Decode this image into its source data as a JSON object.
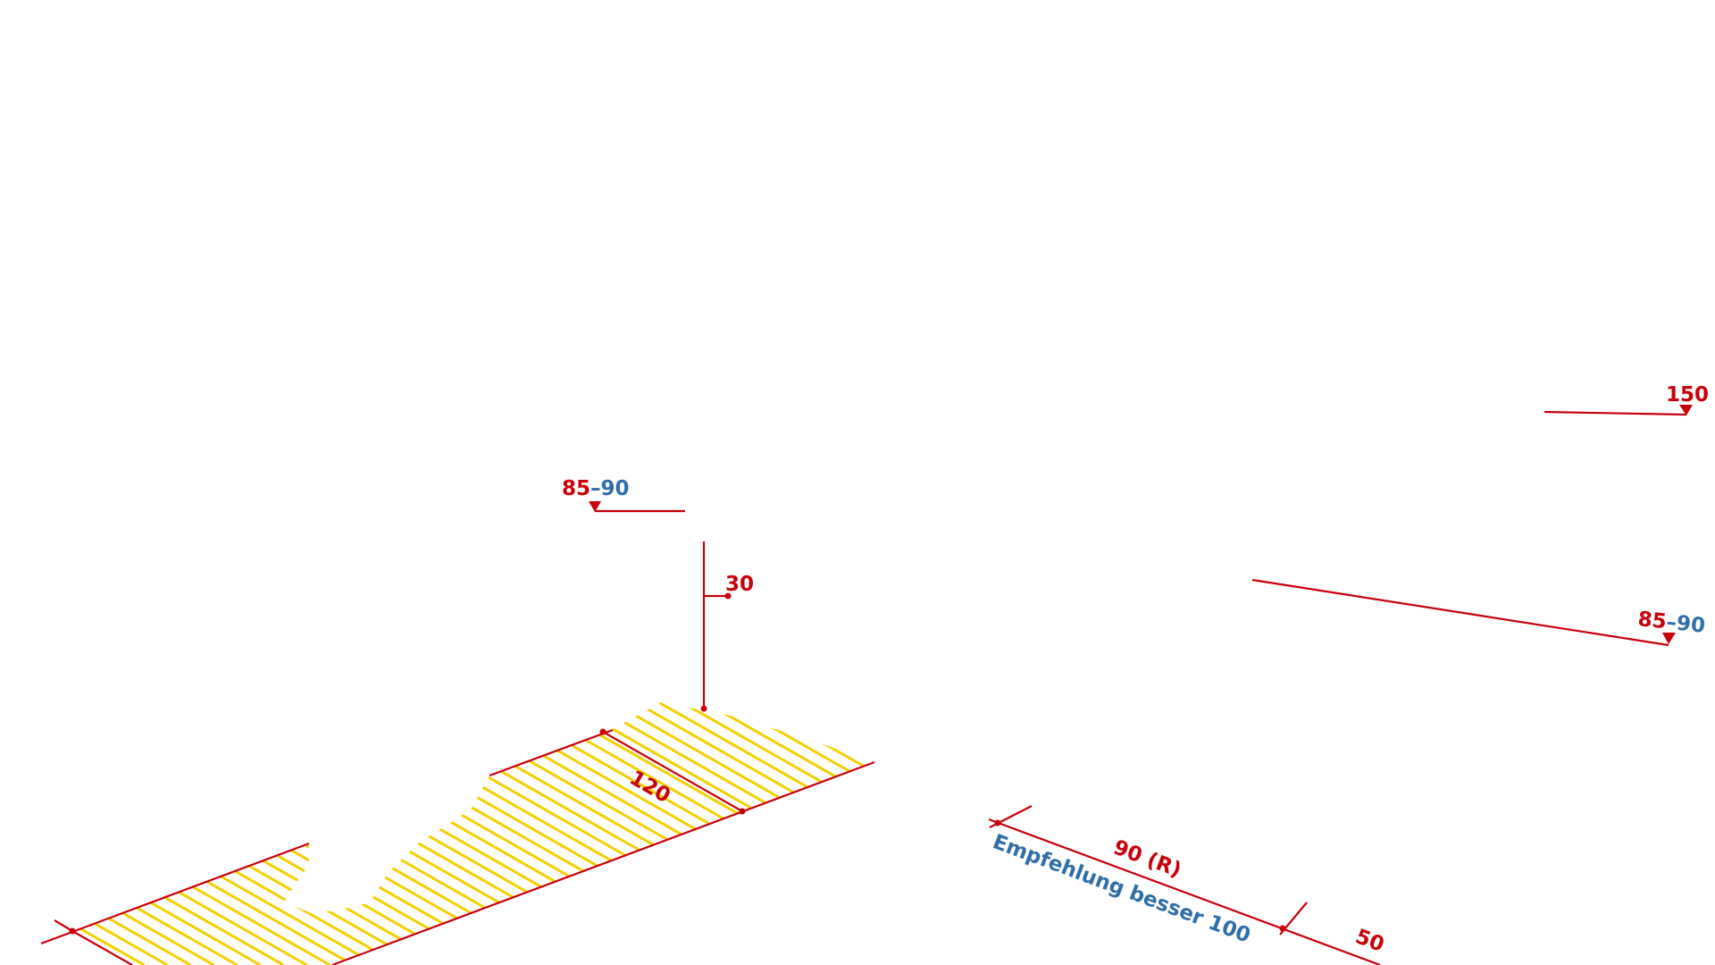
{
  "drawing": {
    "colors": {
      "dimension": "#c8000a",
      "recommendation": "#2f6ea8",
      "hatch": "#f5d000",
      "background": "#ffffff"
    },
    "level_marks": [
      {
        "id": "level-left",
        "value_main": "85",
        "value_alt": "90",
        "separator": "–"
      },
      {
        "id": "level-right-top",
        "value_main": "150"
      },
      {
        "id": "level-right",
        "value_main": "85",
        "value_alt": "90",
        "separator": "–"
      }
    ],
    "dimensions": {
      "step_height": "30",
      "tread_depth": "120",
      "width_main": "90 (R)",
      "width_note": "Empfehlung besser 100",
      "width_side": "50"
    }
  }
}
